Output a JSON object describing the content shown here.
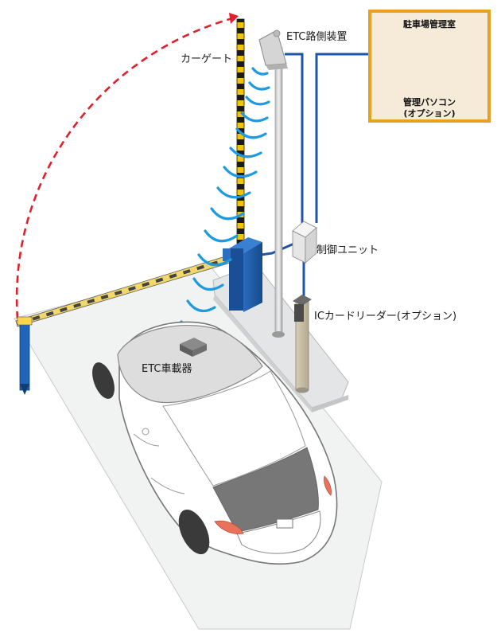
{
  "labels": {
    "car_gate": "カーゲート",
    "etc_roadside": "ETC路側装置",
    "control_unit": "制御ユニット",
    "ic_reader": "ICカードリーダー(オプション)",
    "etc_onboard": "ETC車載器"
  },
  "office": {
    "title": "駐車場管理室",
    "pc_line1": "管理パソコン",
    "pc_line2": "(オプション)"
  },
  "colors": {
    "arc": "#e0202a",
    "waves": "#1e9be0",
    "cable": "#1f55a5",
    "gate_box": "#1f5fae",
    "office_border": "#e8a020",
    "office_bg": "#f6ead8",
    "ground": "#f1f2f2"
  }
}
